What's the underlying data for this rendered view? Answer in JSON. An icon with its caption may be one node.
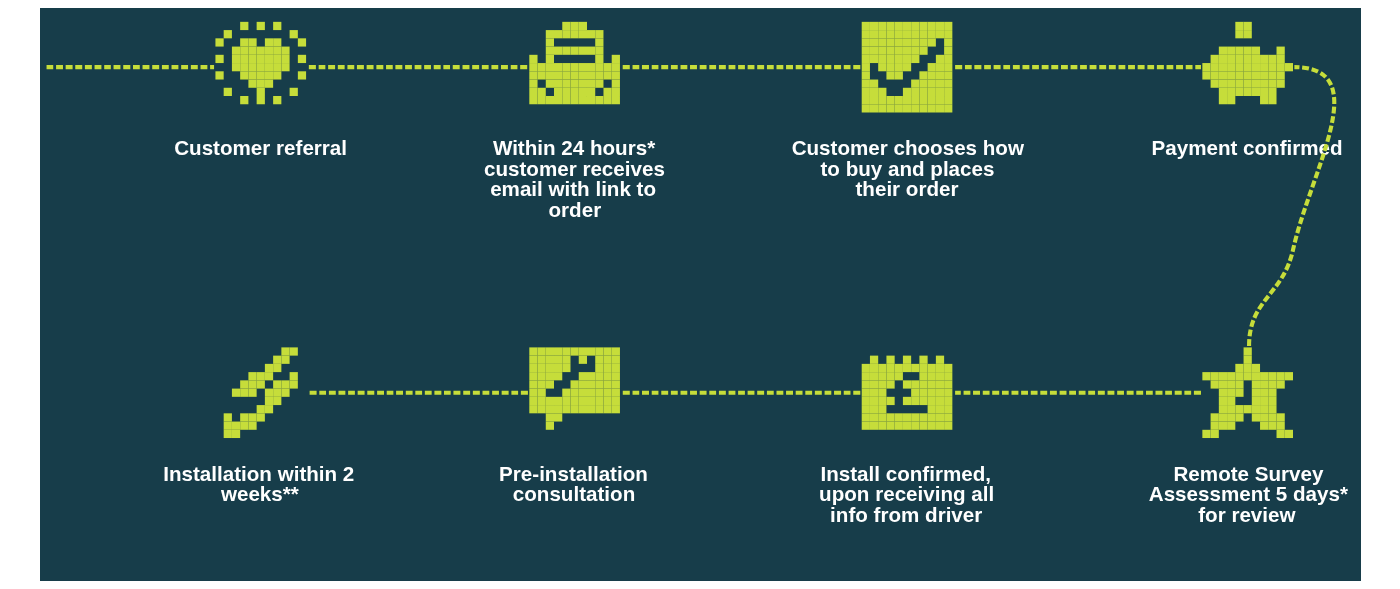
{
  "diagram": {
    "nodes": [
      {
        "text": [],
        "shape": "picture",
        "beside": [
          "Customer referral"
        ]
      },
      {
        "text": [],
        "shape": "picture",
        "beside": [
          "Within 24 hours* customer receives email with link to order"
        ]
      },
      {
        "text": [],
        "shape": "picture",
        "beside": [
          "Customer chooses how to buy and places their order"
        ]
      },
      {
        "text": [],
        "shape": "picture",
        "beside": [
          "Payment confirmed"
        ]
      },
      {
        "text": [],
        "shape": "picture",
        "beside": [
          "Remote Survey Assessment 5 days* for review"
        ]
      },
      {
        "text": [],
        "shape": "picture",
        "beside": [
          "Install confirmed, upon receiving all info from driver"
        ]
      },
      {
        "text": [],
        "shape": "picture",
        "beside": [
          "Pre-installation consultation"
        ]
      },
      {
        "text": [],
        "shape": "picture",
        "beside": [
          "Installation within 2 weeks**"
        ]
      }
    ],
    "edges": [
      {
        "from": null,
        "to": 0,
        "arrow": "none",
        "style": "dashed"
      },
      {
        "from": 0,
        "to": 1,
        "arrow": "none",
        "style": "dashed"
      },
      {
        "from": 1,
        "to": 2,
        "arrow": "none",
        "style": "dashed"
      },
      {
        "from": 2,
        "to": 3,
        "arrow": "none",
        "style": "dashed"
      },
      {
        "from": 3,
        "to": 4,
        "arrow": "none",
        "style": "dashed"
      },
      {
        "from": 4,
        "to": 5,
        "arrow": "none",
        "style": "dashed"
      },
      {
        "from": 5,
        "to": 6,
        "arrow": "none",
        "style": "dashed"
      },
      {
        "from": 6,
        "to": 7,
        "arrow": "none",
        "style": "dashed"
      }
    ]
  }
}
